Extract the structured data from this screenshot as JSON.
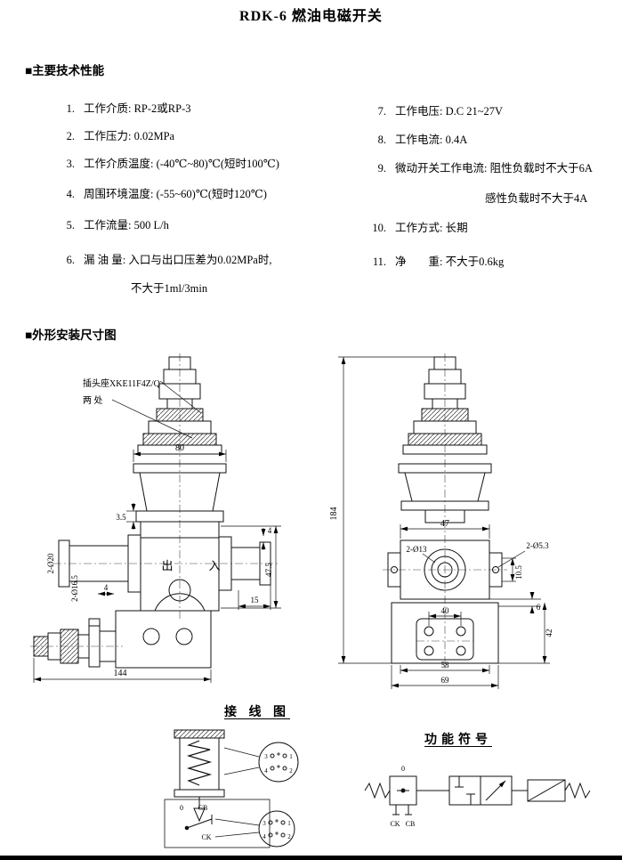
{
  "page": {
    "title": "RDK-6 燃油电磁开关"
  },
  "specs": {
    "heading": "■主要技术性能",
    "left": [
      {
        "num": "1.",
        "text": "工作介质: RP-2或RP-3"
      },
      {
        "num": "2.",
        "text": "工作压力: 0.02MPa"
      },
      {
        "num": "3.",
        "text": "工作介质温度: (-40℃~80)℃(短时100℃)"
      },
      {
        "num": "4.",
        "text": "周围环境温度: (-55~60)℃(短时120℃)"
      },
      {
        "num": "5.",
        "text": "工作流量: 500 L/h"
      },
      {
        "num": "6.",
        "text": "漏 油 量: 入口与出口压差为0.02MPa时,",
        "text2": "不大于1ml/3min"
      }
    ],
    "right": [
      {
        "num": "7.",
        "text": "工作电压: D.C 21~27V"
      },
      {
        "num": "8.",
        "text": "工作电流: 0.4A"
      },
      {
        "num": "9.",
        "text": "微动开关工作电流: 阻性负载时不大于6A",
        "text2": "感性负载时不大于4A"
      },
      {
        "num": "10.",
        "text": "工作方式: 长期"
      },
      {
        "num": "11.",
        "text": "净　　重: 不大于0.6kg"
      }
    ]
  },
  "outline": {
    "heading": "■外形安装尺寸图",
    "front": {
      "callout1": "插头座XKE11F4Z/Q",
      "callout2": "两 处",
      "dim_80": "80",
      "dim_3_5": "3.5",
      "dim_4_top": "4",
      "label_out": "出",
      "label_in": "入",
      "dim_2d20": "2-Ø20",
      "dim_2d16_5": "2-Ø16.5",
      "dim_4_bottom": "4",
      "dim_15": "15",
      "dim_47_5": "47.5",
      "dim_144": "144"
    },
    "side": {
      "dim_184": "184",
      "dim_47": "47",
      "dim_2d13": "2-Ø13",
      "dim_2d5_3": "2-Ø5.3",
      "dim_10_5": "10.5",
      "dim_6": "6",
      "dim_40": "40",
      "dim_42": "42",
      "dim_58": "58",
      "dim_69": "69"
    }
  },
  "wiring": {
    "heading": "接 线 图",
    "label_0": "0",
    "label_cb": "CB",
    "label_ck": "CK",
    "pins_top": [
      "3",
      "1",
      "4",
      "2"
    ],
    "pins_bottom": [
      "3",
      "1",
      "4",
      "2"
    ]
  },
  "symbol": {
    "heading": "功能符号",
    "label_0": "0",
    "label_ck": "CK",
    "label_cb": "CB"
  }
}
